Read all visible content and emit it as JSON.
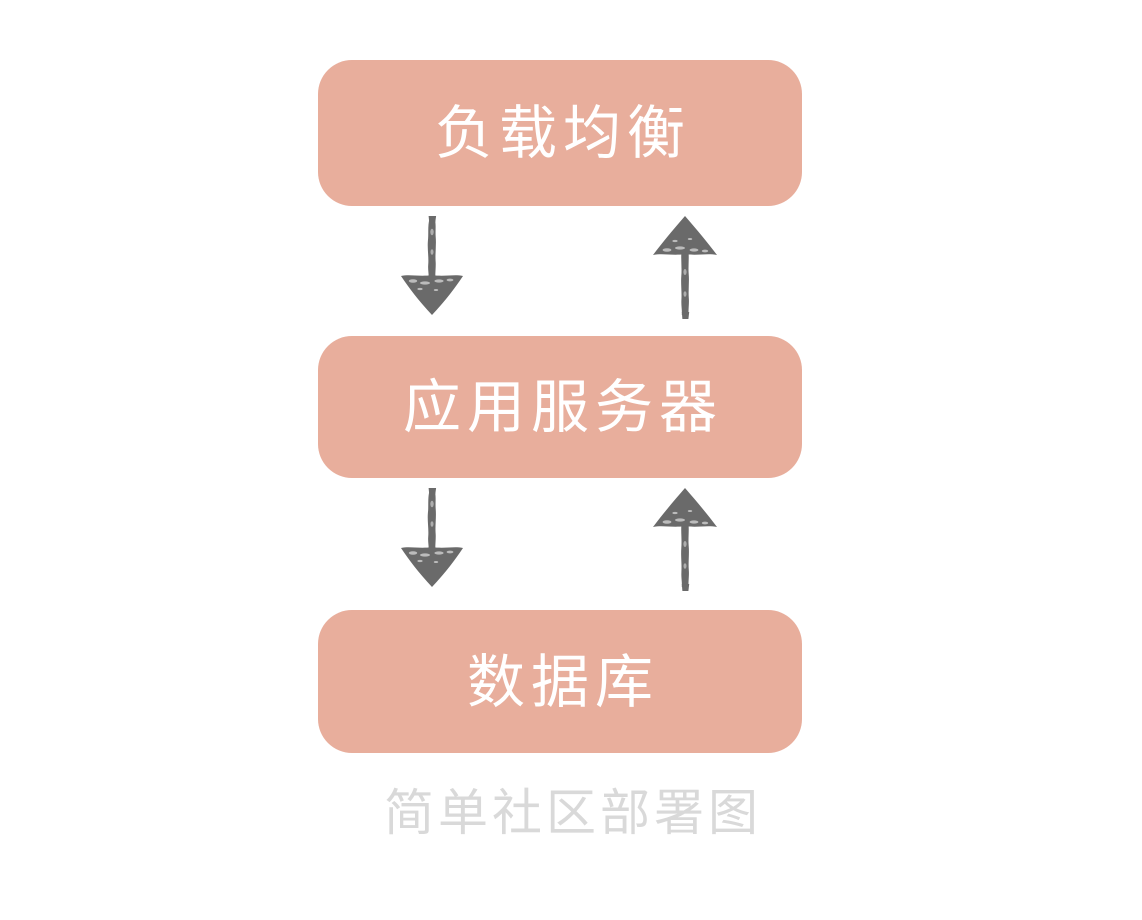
{
  "diagram": {
    "caption": "简单社区部署图",
    "background_color": "#ffffff",
    "node_fill_color": "#e8ae9c",
    "node_text_color": "#ffffff",
    "arrow_color": "#6a6a6a",
    "caption_color": "#d9d9d9",
    "style": "hand-drawn sketch",
    "nodes": [
      {
        "id": "load-balancer",
        "label": "负载均衡"
      },
      {
        "id": "app-server",
        "label": "应用服务器"
      },
      {
        "id": "database",
        "label": "数据库"
      }
    ],
    "connections": [
      {
        "id": "lb-to-app",
        "from": "load-balancer",
        "to": "app-server",
        "direction": "down"
      },
      {
        "id": "app-to-lb",
        "from": "app-server",
        "to": "load-balancer",
        "direction": "up"
      },
      {
        "id": "app-to-db",
        "from": "app-server",
        "to": "database",
        "direction": "down"
      },
      {
        "id": "db-to-app",
        "from": "database",
        "to": "app-server",
        "direction": "up"
      }
    ]
  }
}
